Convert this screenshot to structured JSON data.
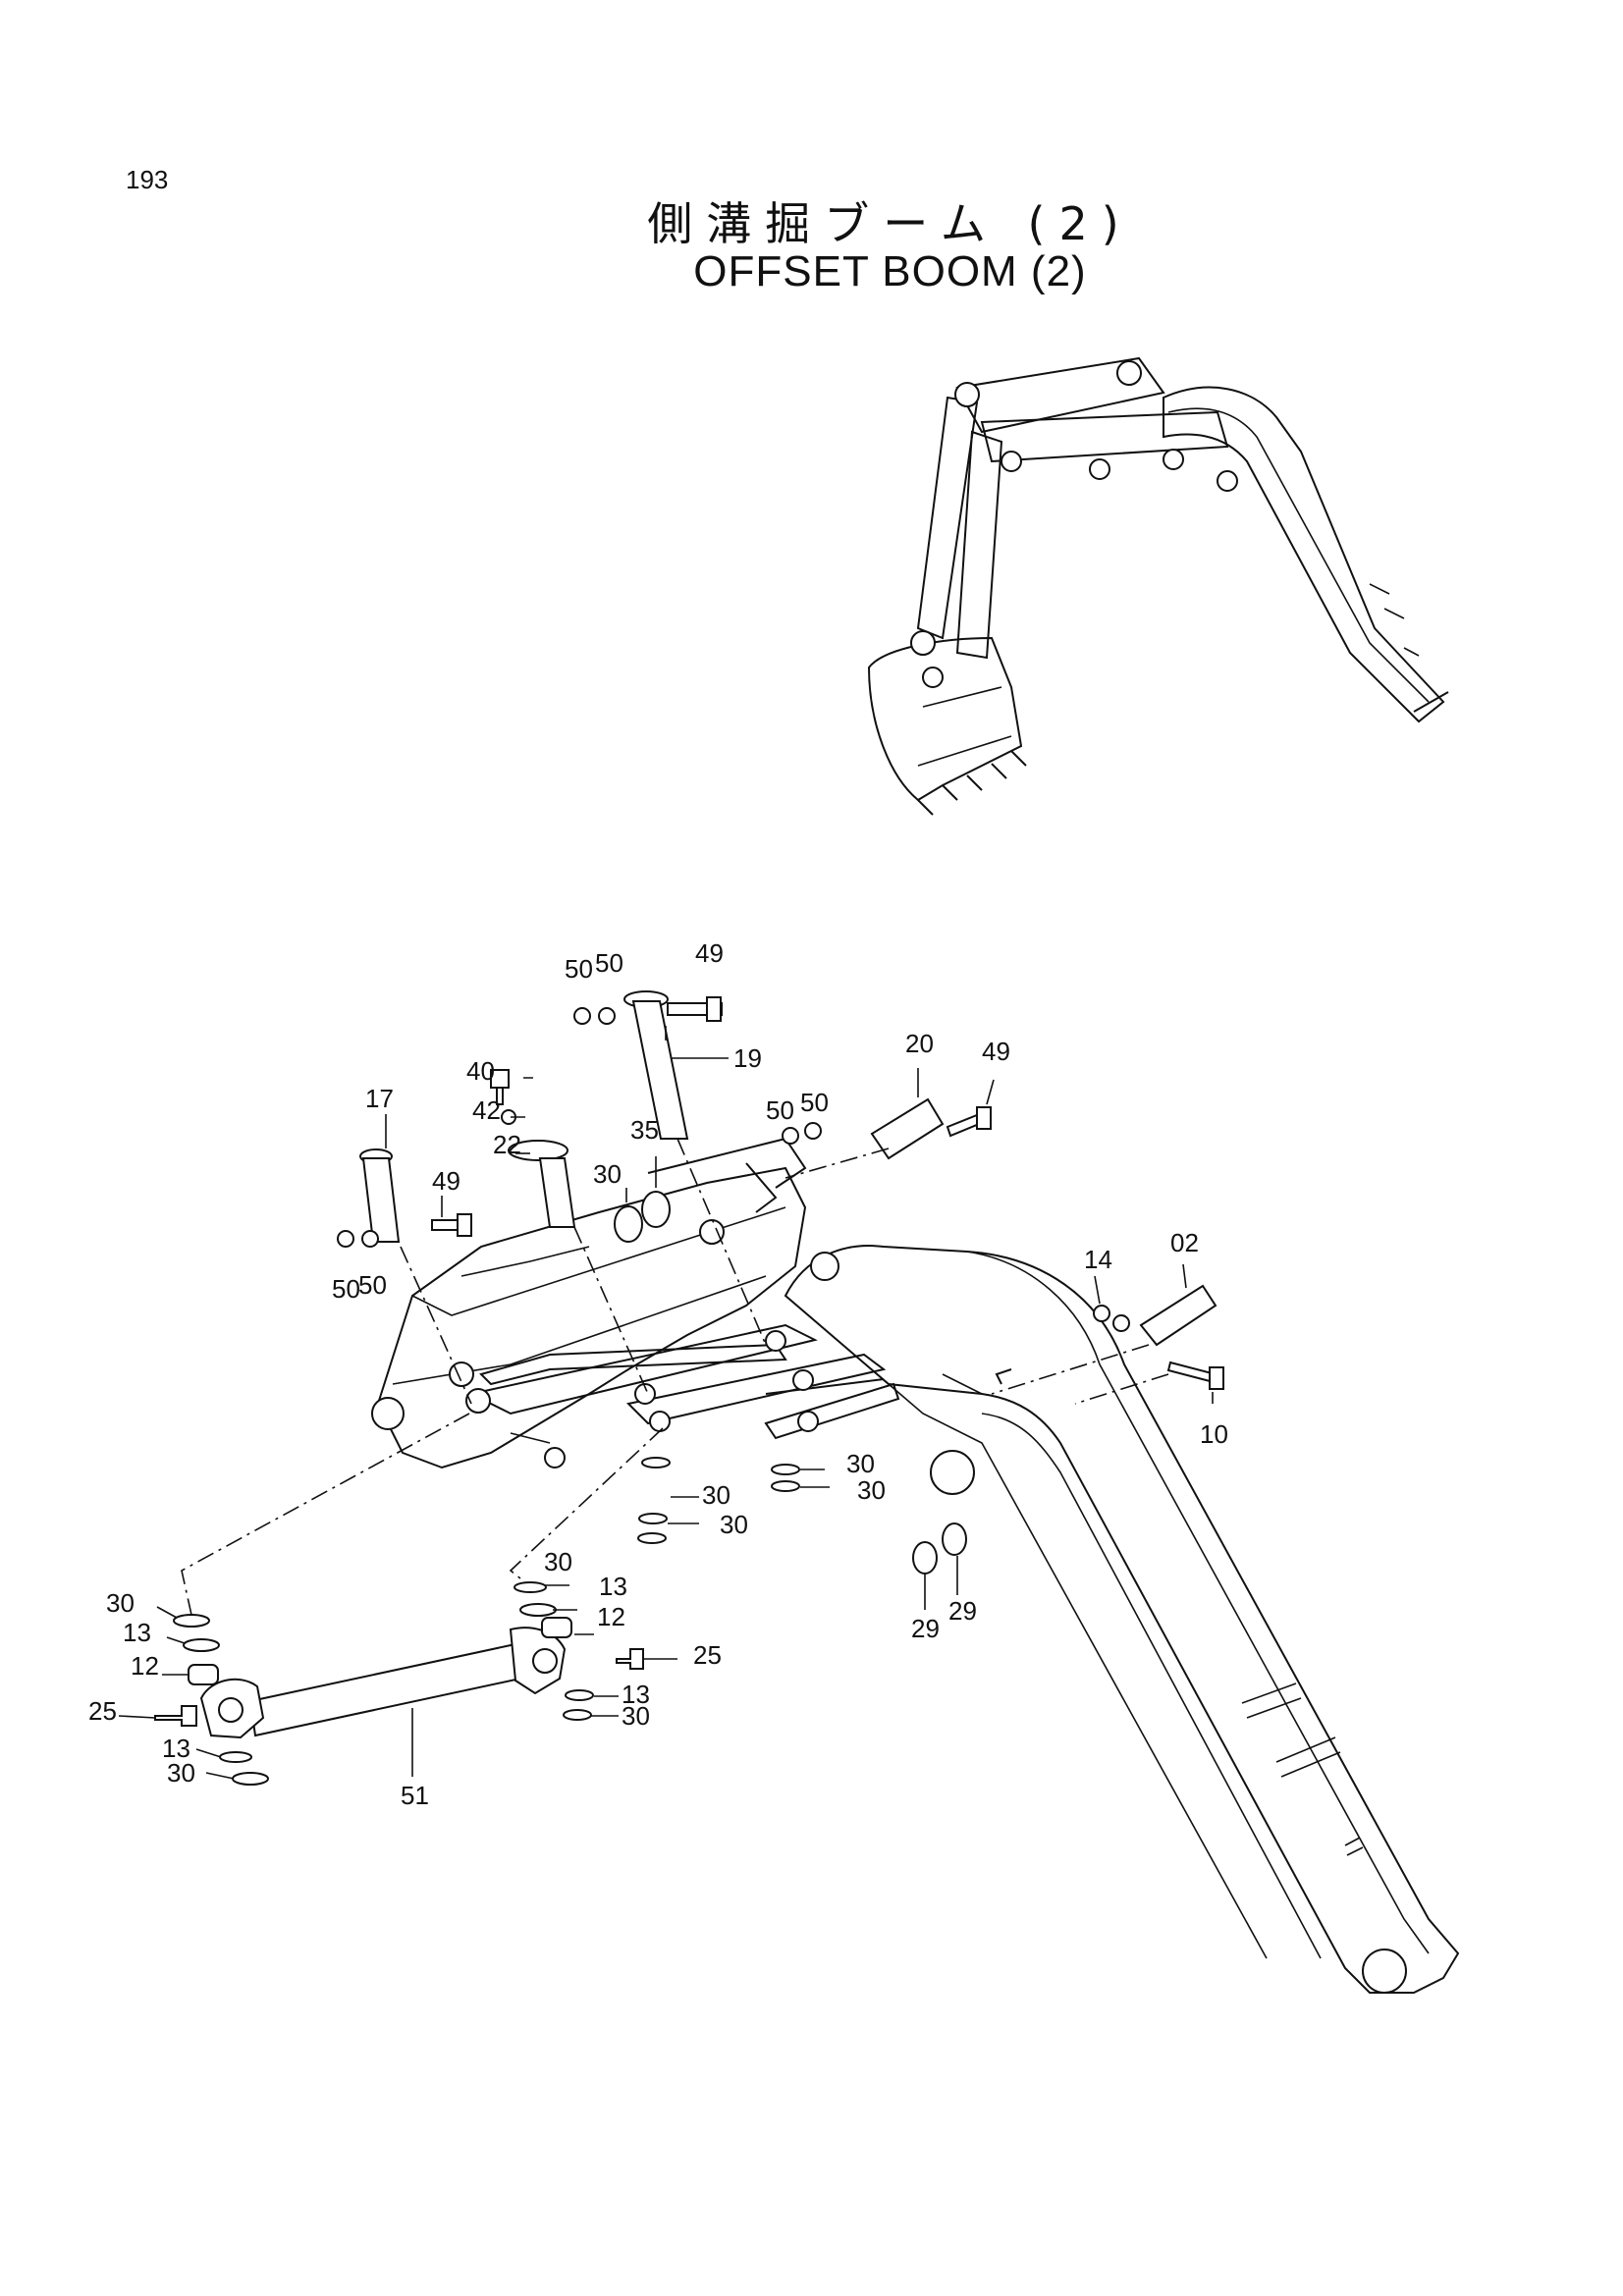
{
  "page_number": "193",
  "title_jp": "側溝掘ブーム (2)",
  "title_en": "OFFSET BOOM (2)",
  "callouts": [
    "50",
    "50",
    "49",
    "19",
    "40",
    "42",
    "22",
    "20",
    "49",
    "30",
    "35",
    "50",
    "50",
    "17",
    "49",
    "50",
    "50",
    "14",
    "02",
    "10",
    "30",
    "30",
    "30",
    "30",
    "30",
    "13",
    "12",
    "30",
    "13",
    "12",
    "25",
    "25",
    "13",
    "30",
    "13",
    "30",
    "51",
    "29",
    "29"
  ]
}
